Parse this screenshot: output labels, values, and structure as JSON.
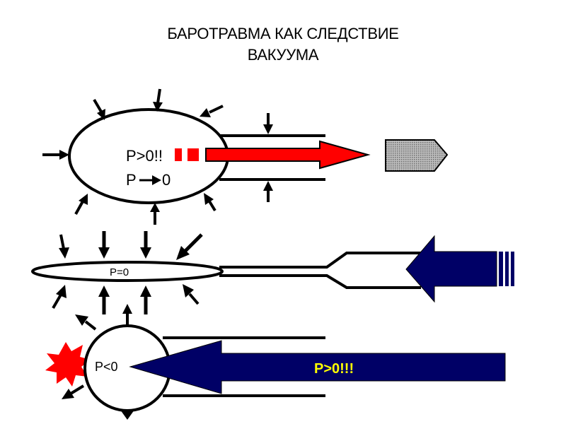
{
  "slide": {
    "title_line1": "БАРОТРАВМА КАК СЛЕДСТВИЕ",
    "title_line2": "ВАКУУМА"
  },
  "panel_top": {
    "label_p_positive": "P>0!!",
    "label_p_to_zero": "P",
    "label_zero": "0",
    "arrow_color": "#ff0000",
    "blocker_color": "#999999"
  },
  "panel_middle": {
    "label_p_zero": "P=0",
    "arrow_color": "#000066"
  },
  "panel_bottom": {
    "label_p_negative": "P<0",
    "label_p_high": "P>0!!!",
    "label_p_high_color": "#ffff00",
    "arrow_color": "#000066",
    "burst_color": "#ff0000"
  }
}
